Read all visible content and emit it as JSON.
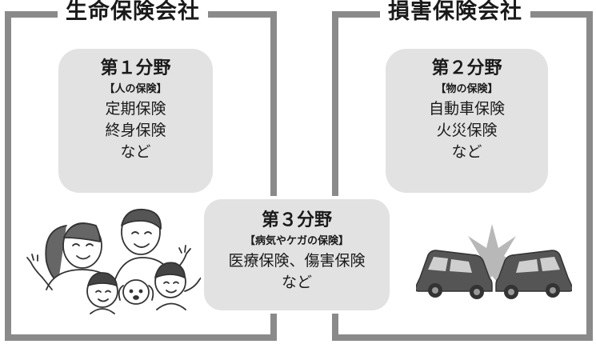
{
  "life": {
    "title": "生命保険会社"
  },
  "nonlife": {
    "title": "損害保険会社"
  },
  "field1": {
    "name": "第１分野",
    "sub": "【人の保険】",
    "items": [
      "定期保険",
      "終身保険",
      "など"
    ]
  },
  "field2": {
    "name": "第２分野",
    "sub": "【物の保険】",
    "items": [
      "自動車保険",
      "火災保険",
      "など"
    ]
  },
  "field3": {
    "name": "第３分野",
    "sub": "【病気やケガの保険】",
    "items": [
      "医療保険、傷害保険",
      "など"
    ]
  },
  "illustrations": {
    "family": "family-illustration",
    "cars": "car-collision-illustration"
  },
  "colors": {
    "frame": "#8a8a8a",
    "box": "#e2e2e2"
  }
}
